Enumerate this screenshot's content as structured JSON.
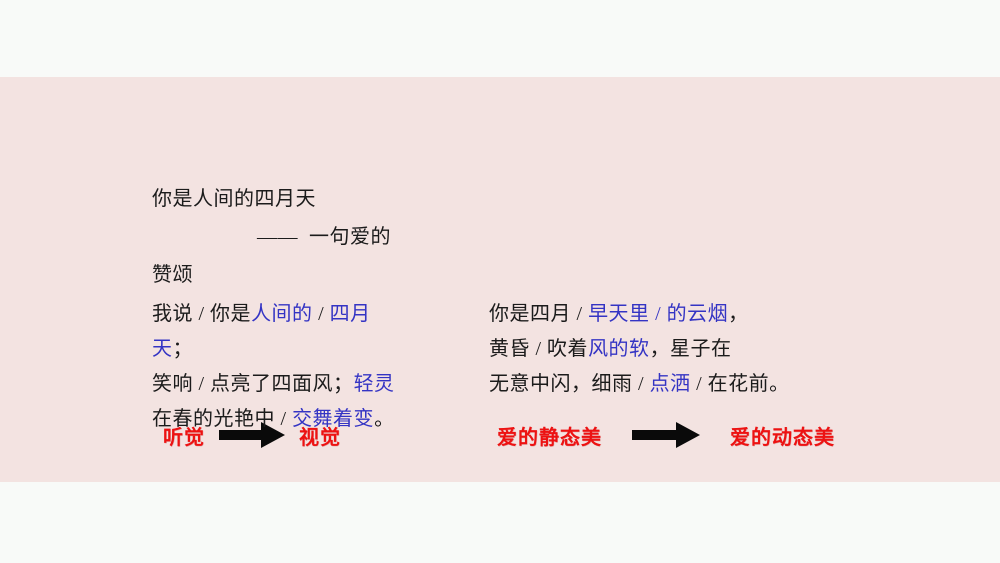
{
  "slide": {
    "background_outer": "#f8faf8",
    "panel_color": "#f3e3e1",
    "text_color": "#1b1b1b",
    "accent_blue": "#3434c4",
    "accent_red": "#ed1212"
  },
  "title": {
    "line1": "你是人间的四月天",
    "line2": "——  一句爱的",
    "line3": "赞颂"
  },
  "poem_left": {
    "line1_a": "我说 / 你是",
    "line1_b": "人间的",
    "line1_c": " / ",
    "line1_d": "四月",
    "line2_a": "天",
    "line2_b": "；",
    "line3_a": "笑响 / 点亮了四面风；",
    "line3_b": "轻灵",
    "line4_a": "在春的光艳中 / ",
    "line4_b": "交舞着变",
    "line4_c": "。"
  },
  "poem_right": {
    "line1_a": "你是四月 / ",
    "line1_b": "早天里",
    "line1_c": " / ",
    "line1_d": "的云烟",
    "line1_e": "，",
    "line2_a": "黄昏 / 吹着",
    "line2_b": "风的软",
    "line2_c": "，星子在",
    "line3_a": "无意中闪，细雨 / ",
    "line3_b": "点洒",
    "line3_c": " / 在花前。"
  },
  "annotations": {
    "left": {
      "from": "听觉",
      "arrow": "right-arrow-icon",
      "to": "视觉"
    },
    "right": {
      "from": "爱的静态美",
      "arrow": "right-arrow-icon",
      "to": "爱的动态美"
    }
  }
}
